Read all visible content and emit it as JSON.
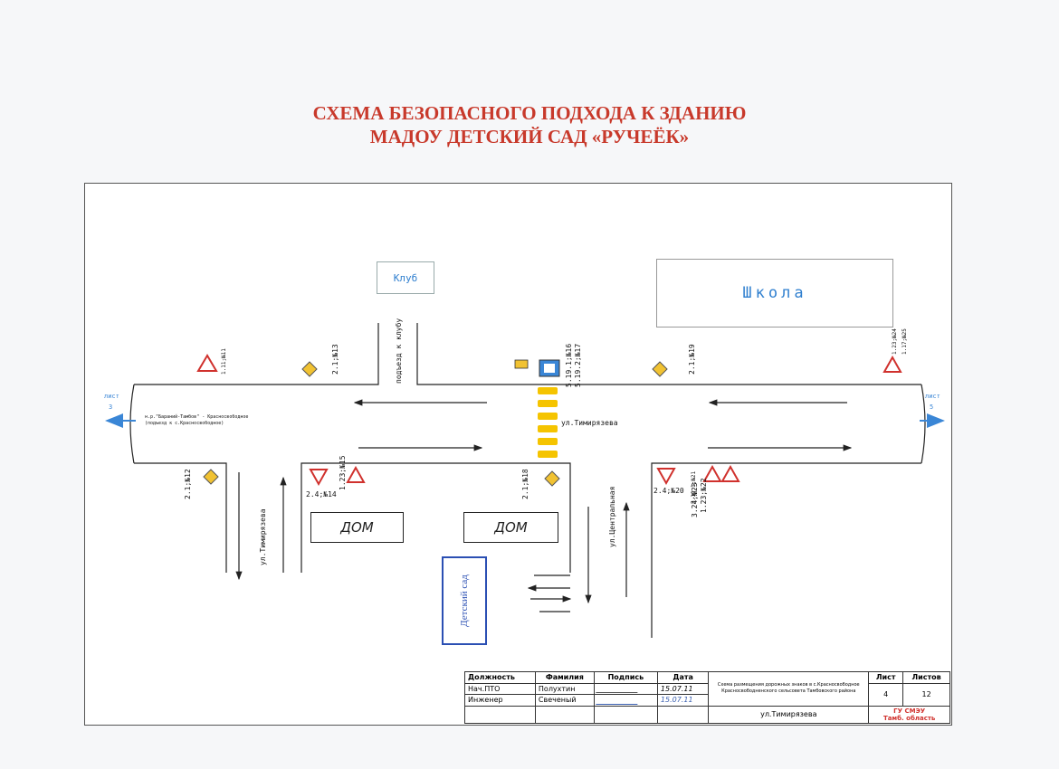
{
  "title": {
    "line1": "СХЕМА БЕЗОПАСНОГО ПОДХОДА К ЗДАНИЮ",
    "line2": "МАДОУ ДЕТСКИЙ САД «РУЧЕЁК»"
  },
  "buildings": {
    "club": "Клуб",
    "school": "Школа",
    "house1": "ДОМ",
    "house2": "ДОМ",
    "kindergarten": "Детский сад"
  },
  "streets": {
    "main": "ул.Тимирязева",
    "to_club": "подъезд к клубу",
    "left_vertical": "ул.Тимирязева",
    "central": "ул.Центральная"
  },
  "edge_labels": {
    "left_sheet": "лист",
    "left_num": "3",
    "right_sheet": "лист",
    "right_num": "5",
    "left_road_note": "н.р.\"Бараний-Тамбов\" - Красносвободное",
    "left_road_note2": "(подъезд к с.Красносвободное)"
  },
  "signs": {
    "s11": "1.11;№11",
    "s13": "2.1;№13",
    "s16": "5.19.1;№16",
    "s17": "5.19.2;№17",
    "s19": "2.1;№19",
    "s24": "1.23;№24",
    "s25": "1.17;№25",
    "s12": "2.1;№12",
    "s14": "2.4;№14",
    "s15": "1.23;№15",
    "s18": "2.1;№18",
    "s20": "2.4;№20",
    "s21": "5.19.1;№21",
    "s22": "1.23;№22",
    "s23": "3.24;№23"
  },
  "stamp": {
    "h_position": "Должность",
    "h_surname": "Фамилия",
    "h_signature": "Подпись",
    "h_date": "Дата",
    "r1_position": "Нач.ПТО",
    "r1_surname": "Полухтин",
    "r1_date": "15.07.11",
    "r2_position": "Инженер",
    "r2_surname": "Свеченый",
    "r2_date": "15.07.11",
    "description": "Схема размещения дорожных знаков в с.Красносвободное Красносвободненского сельсовета Тамбовского района",
    "street": "ул.Тимирязева",
    "h_sheet": "Лист",
    "h_sheets": "Листов",
    "sheet": "4",
    "sheets": "12",
    "org": "ГУ СМЭУ",
    "org2": "Тамб. область"
  },
  "colors": {
    "title": "#c8392b",
    "school_text": "#2f7fcf",
    "kindergarten_border": "#2b4fb3",
    "crosswalk": "#f5c400",
    "edge_arrow": "#3a86d6",
    "sign_red": "#d0312d",
    "sign_yellow": "#f1c232",
    "stamp_red": "#d0312d"
  }
}
